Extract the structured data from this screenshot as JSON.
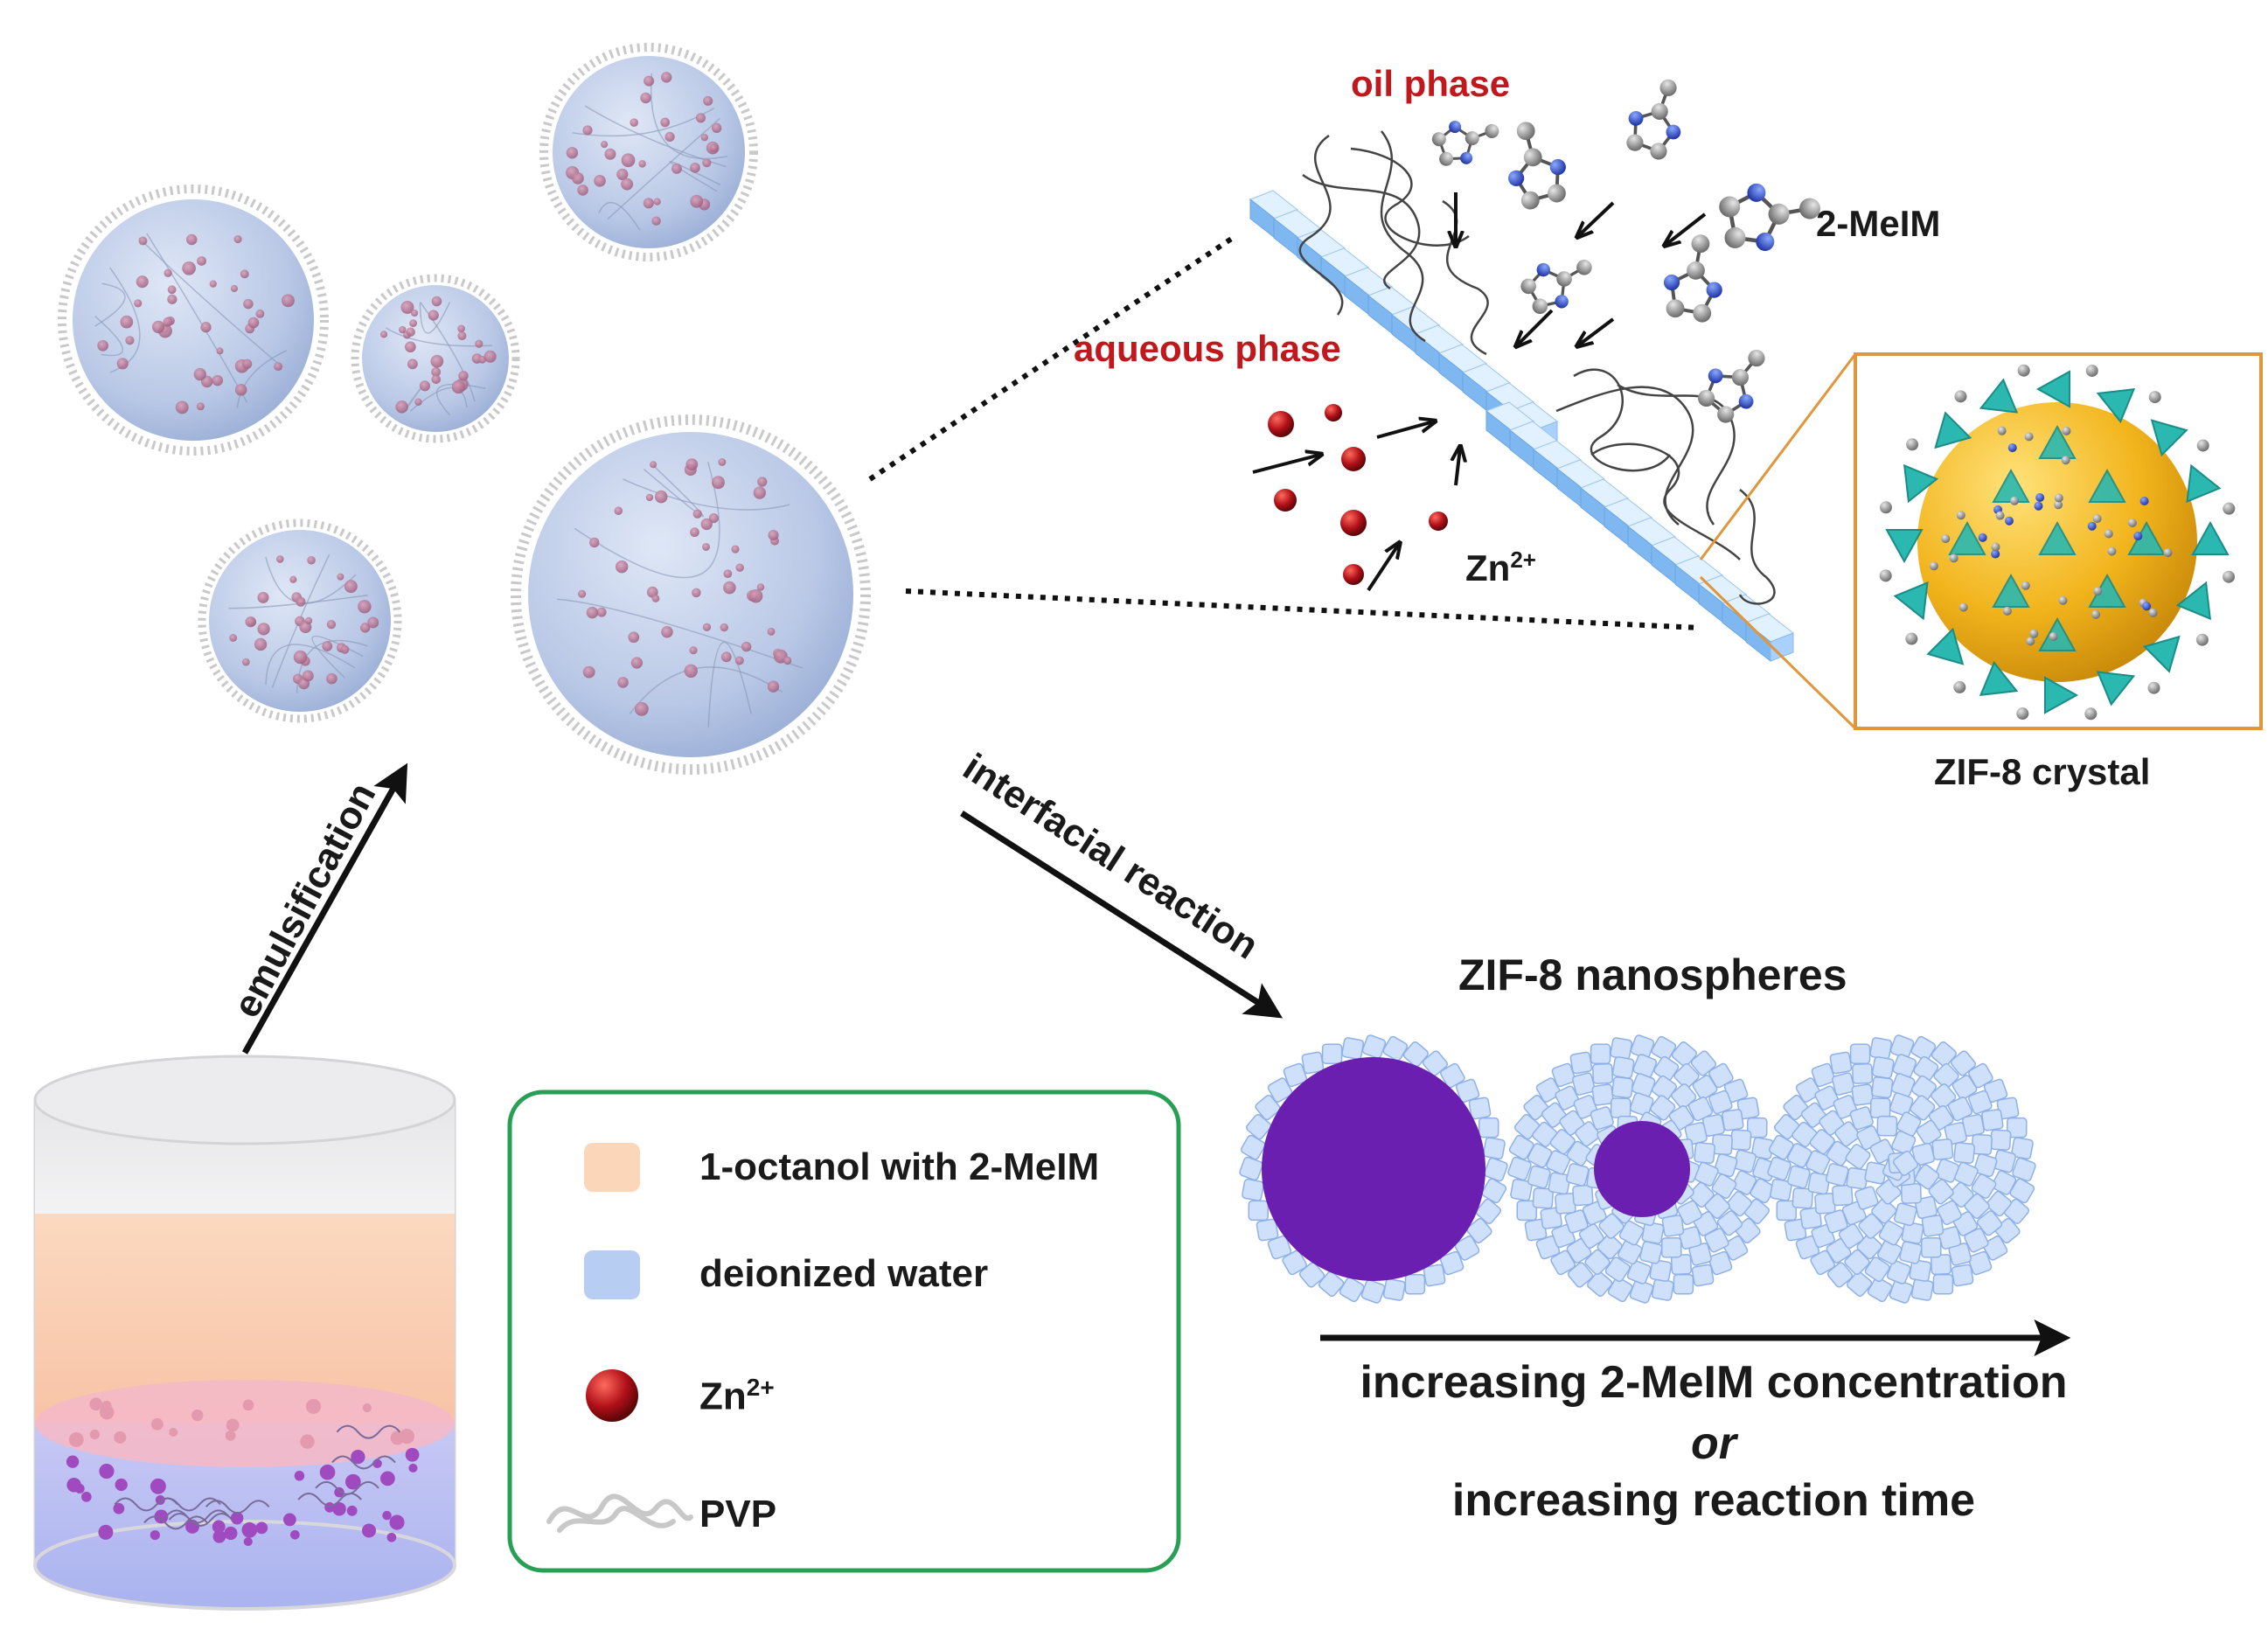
{
  "labels": {
    "oil_phase": "oil phase",
    "aqueous_phase": "aqueous phase",
    "melim": "2-MeIM",
    "zn_base": "Zn",
    "zn_sup": "2+",
    "zif8_crystal": "ZIF-8 crystal",
    "emulsification": "emulsification",
    "interfacial_reaction": "interfacial reaction",
    "zif8_nanospheres": "ZIF-8 nanospheres",
    "increasing_conc": "increasing 2-MeIM concentration",
    "or": "or",
    "increasing_time": "increasing reaction time"
  },
  "legend": {
    "items": [
      {
        "label": "1-octanol with 2-MeIM"
      },
      {
        "label": "deionized water"
      },
      {
        "label_base": "Zn",
        "label_sup": "2+"
      },
      {
        "label": "PVP"
      }
    ]
  },
  "colors": {
    "droplet_fill": "#b9c8e6",
    "zn_red": "#b01018",
    "oil_layer": "#f8c9a8",
    "water_layer": "#b8bff2",
    "legend_border": "#27a055",
    "crystal_border": "#e0963a",
    "crystal_core": "#f2b41c",
    "tetrahedron": "#2ab8b0",
    "nanosphere_core": "#6a1fb0",
    "nanosphere_shell": "#cfe0fb",
    "text_red": "#c0181c"
  },
  "icons": {
    "zn_ion": "red-sphere-icon",
    "pvp": "polymer-chain-icon",
    "molecule": "melim-molecule-icon"
  }
}
